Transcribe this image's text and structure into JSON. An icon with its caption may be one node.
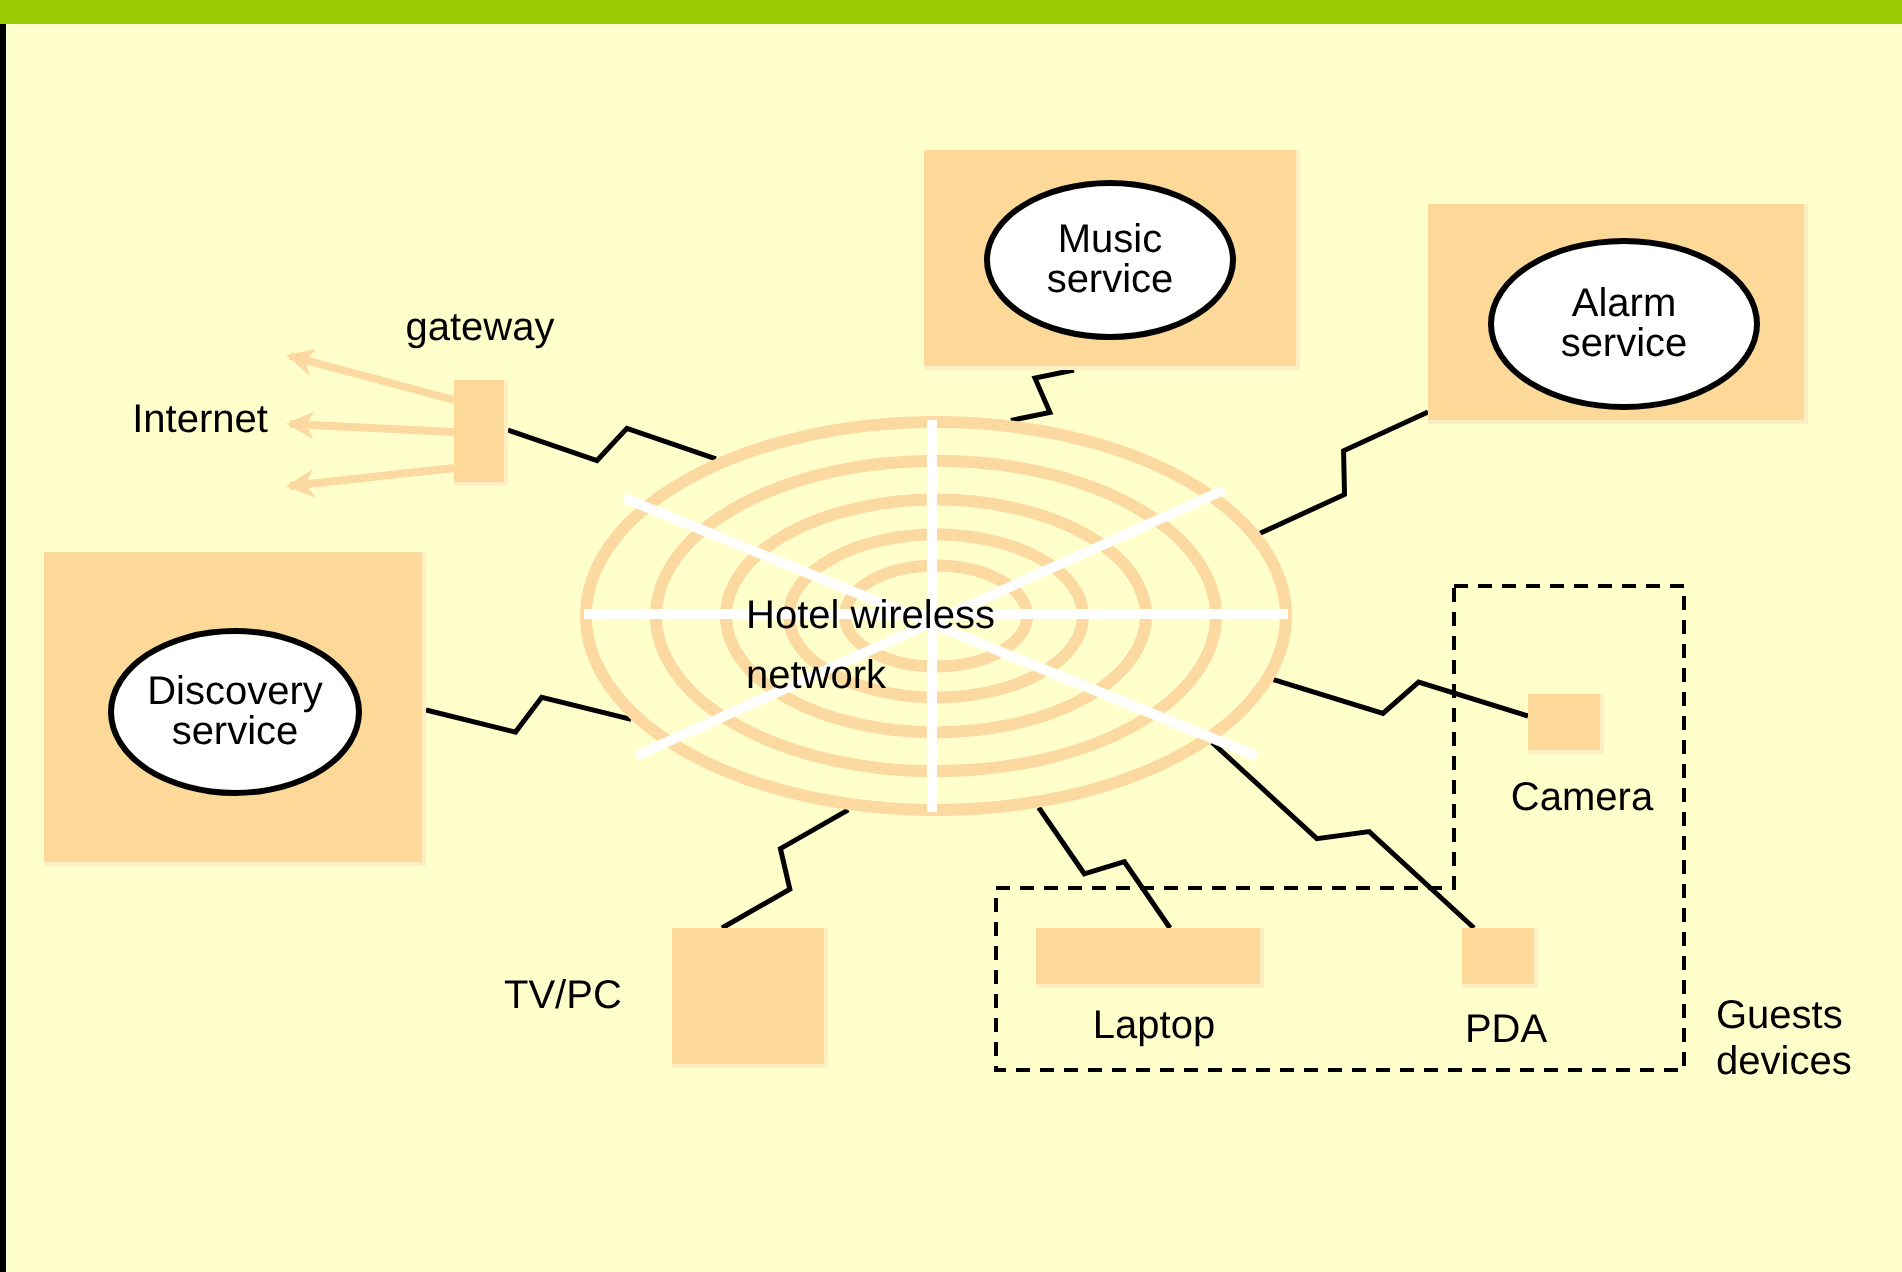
{
  "diagram": {
    "nodes": [
      {
        "text": [
          "Hotel wireless network"
        ]
      },
      {
        "text": [],
        "shape": "box"
      },
      {
        "text": [
          "Music service"
        ],
        "in": 1
      },
      {
        "text": [],
        "shape": "box"
      },
      {
        "text": [
          "Alarm service"
        ],
        "in": 3
      },
      {
        "text": [],
        "shape": "box",
        "beside": [
          "gateway"
        ]
      },
      {
        "text": [
          "Internet"
        ]
      },
      {
        "text": [],
        "shape": "box"
      },
      {
        "text": [
          "Discovery service"
        ],
        "in": 7
      },
      {
        "text": [
          "Guests devices"
        ]
      },
      {
        "text": [],
        "shape": "box",
        "beside": [
          "Camera"
        ],
        "in": 9
      },
      {
        "text": [],
        "shape": "box",
        "beside": [
          "TV/PC"
        ]
      },
      {
        "text": [],
        "shape": "box",
        "beside": [
          "Laptop"
        ],
        "in": 9
      },
      {
        "text": [],
        "shape": "box",
        "beside": [
          "PDA"
        ],
        "in": 9
      }
    ],
    "edges": [
      {
        "from": 0,
        "to": 1,
        "arrow": "none"
      },
      {
        "from": 0,
        "to": 3,
        "arrow": "none"
      },
      {
        "from": 0,
        "to": 5,
        "arrow": "none"
      },
      {
        "from": 0,
        "to": 7,
        "arrow": "none"
      },
      {
        "from": 0,
        "to": 10,
        "arrow": "none"
      },
      {
        "from": 0,
        "to": 11,
        "arrow": "none"
      },
      {
        "from": 0,
        "to": 12,
        "arrow": "none"
      },
      {
        "from": 0,
        "to": 13,
        "arrow": "none"
      },
      {
        "from": 5,
        "to": 6,
        "arrow": "to",
        "color": "#fcd9a0"
      },
      {
        "from": 5,
        "to": 6,
        "arrow": "to",
        "color": "#fcd9a0"
      },
      {
        "from": 5,
        "to": 6,
        "arrow": "to",
        "color": "#fcd9a0"
      }
    ]
  }
}
